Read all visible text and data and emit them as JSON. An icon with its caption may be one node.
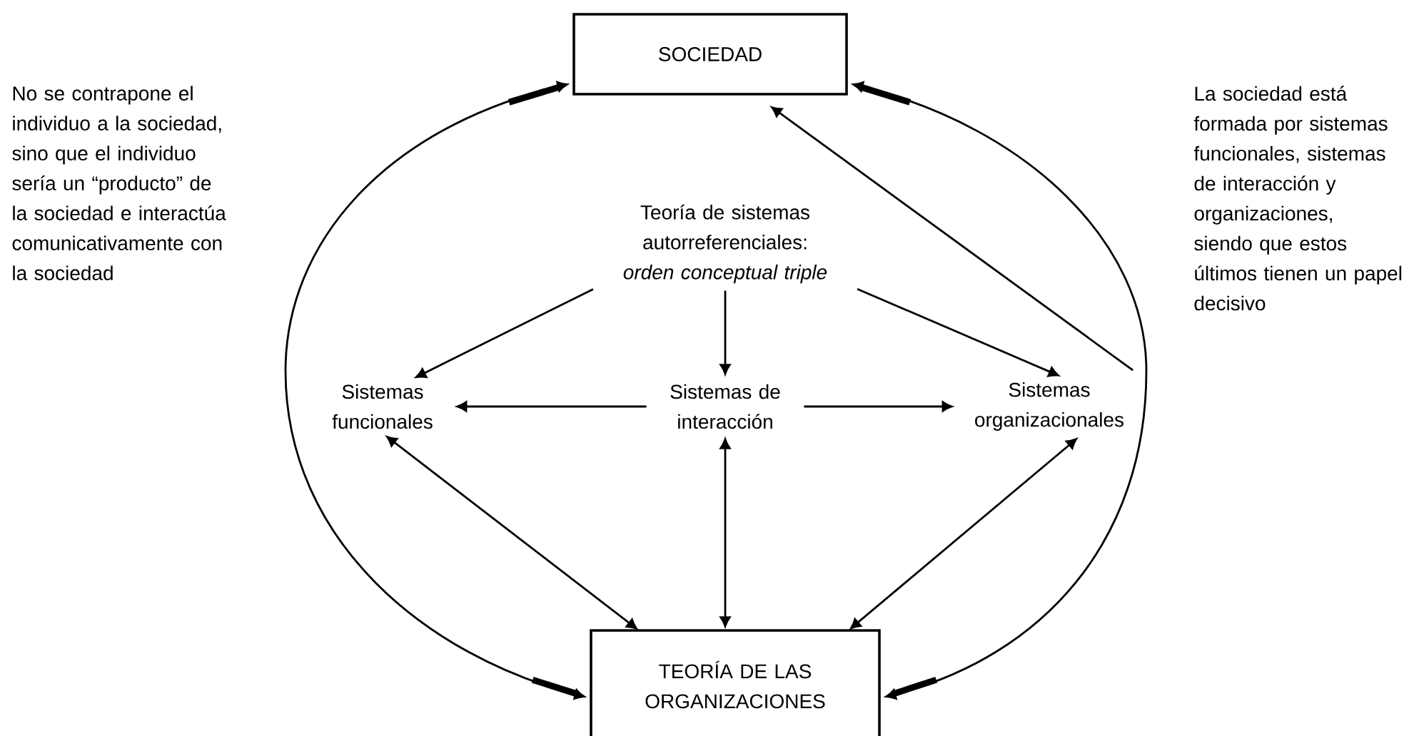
{
  "diagram": {
    "nodes": [
      {
        "text": [
          "SOCIEDAD"
        ]
      },
      {
        "text": [
          "Teoría de sistemas autorreferenciales:",
          "orden conceptual triple"
        ]
      },
      {
        "text": [
          "Sistemas funcionales"
        ]
      },
      {
        "text": [
          "Sistemas de interacción"
        ]
      },
      {
        "text": [
          "Sistemas organizacionales"
        ]
      },
      {
        "text": [
          "TEORÍA DE LAS ORGANIZACIONES"
        ]
      }
    ],
    "edges": [
      {
        "from": 1,
        "to": 2,
        "arrow": "to"
      },
      {
        "from": 1,
        "to": 3,
        "arrow": "to"
      },
      {
        "from": 1,
        "to": 4,
        "arrow": "to"
      },
      {
        "from": 4,
        "to": 0,
        "arrow": "to"
      },
      {
        "from": 3,
        "to": 2,
        "arrow": "to"
      },
      {
        "from": 3,
        "to": 4,
        "arrow": "to"
      },
      {
        "from": 2,
        "to": 5,
        "arrow": "both"
      },
      {
        "from": 3,
        "to": 5,
        "arrow": "both"
      },
      {
        "from": 4,
        "to": 5,
        "arrow": "both"
      },
      {
        "from": 5,
        "to": 0,
        "arrow": "both"
      },
      {
        "from": 5,
        "to": 0,
        "arrow": "both"
      }
    ],
    "labels": [
      "No se contrapone el individuo a la sociedad, sino que el individuo sería un “producto” de la sociedad e interactúa comunicativamente con la sociedad",
      "La sociedad está formada por sistemas funcionales, sistemas de interacción y organizaciones, siendo que estos últimos tienen un papel decisivo"
    ]
  }
}
